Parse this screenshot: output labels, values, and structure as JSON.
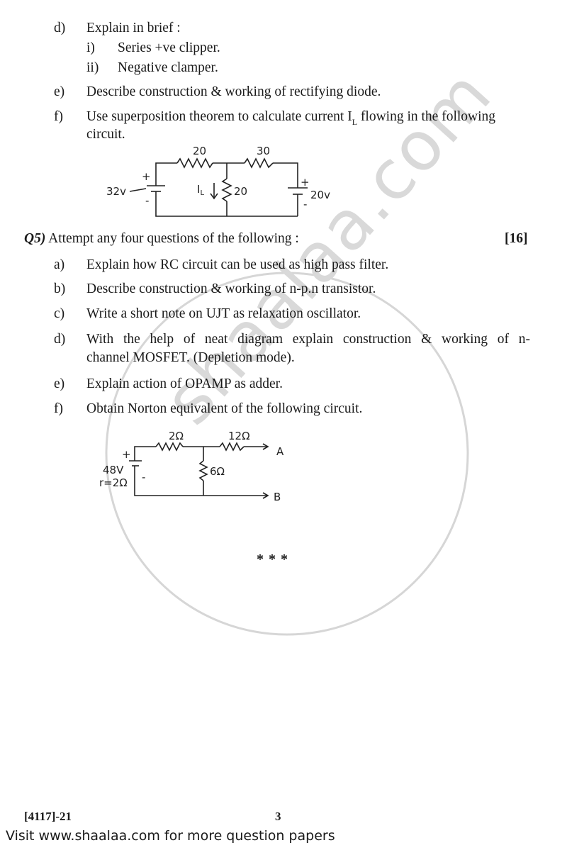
{
  "q4": {
    "d": {
      "letter": "d)",
      "text": "Explain in brief :",
      "subs": [
        {
          "roman": "i)",
          "text": "Series +ve clipper."
        },
        {
          "roman": "ii)",
          "text": "Negative clamper."
        }
      ]
    },
    "e": {
      "letter": "e)",
      "text": "Describe construction & working of rectifying diode."
    },
    "f": {
      "letter": "f)",
      "text_a": "Use superposition theorem to calculate current I",
      "subscript": "L",
      "text_b": " flowing in the following",
      "text_c": "circuit."
    }
  },
  "circuit1": {
    "r_top_left": "20",
    "r_top_right": "30",
    "r_mid": "20",
    "source_left": "32v",
    "source_right": "20v",
    "current": "I",
    "current_sub": "L",
    "plus": "+",
    "minus": "-"
  },
  "q5": {
    "number": "Q5)",
    "instruction": "Attempt any four questions of the following :",
    "marks": "[16]",
    "items": [
      {
        "letter": "a)",
        "text": "Explain how RC circuit can be used as high pass filter."
      },
      {
        "letter": "b)",
        "text": "Describe construction & working of n-p.n transistor."
      },
      {
        "letter": "c)",
        "text": "Write a short note on UJT as relaxation oscillator."
      },
      {
        "letter": "d)",
        "text": "With the help of neat diagram explain construction & working of n-",
        "text2": "channel MOSFET. (Depletion mode)."
      },
      {
        "letter": "e)",
        "text": "Explain action of OPAMP as adder."
      },
      {
        "letter": "f)",
        "text": "Obtain Norton equivalent of the following circuit."
      }
    ]
  },
  "circuit2": {
    "r_top_left": "2Ω",
    "r_top_right": "12Ω",
    "r_mid": "6Ω",
    "source": "48V",
    "internal_r": "r=2Ω",
    "terminal_a": "A",
    "terminal_b": "B",
    "plus": "+",
    "minus": "-"
  },
  "end_mark": "* * *",
  "footer": {
    "code": "[4117]-21",
    "page": "3",
    "banner": "Visit www.shaalaa.com for more question papers"
  },
  "watermark": "shaalaa.com"
}
